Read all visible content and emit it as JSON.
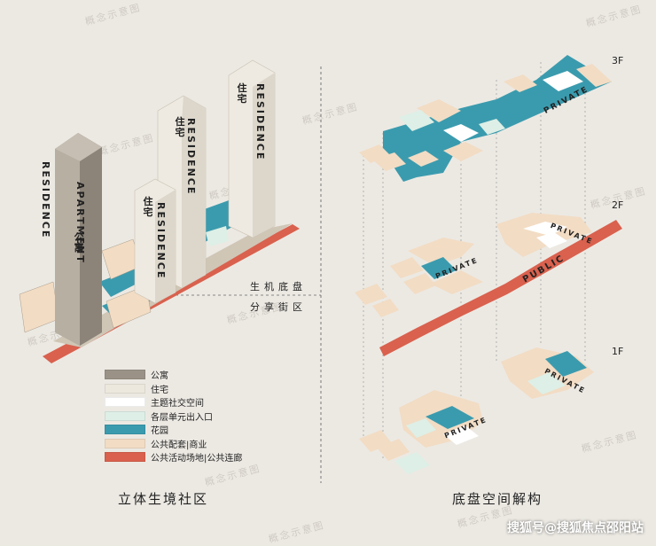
{
  "left_caption": "立体生境社区",
  "right_caption": "底盘空间解构",
  "building_labels": {
    "apartment_en": "APARTMENT",
    "apartment_cn": "公寓",
    "residence_en": "RESIDENCE",
    "residence_cn": "住宅"
  },
  "note_lines": [
    "生机底盘",
    "分享街区"
  ],
  "floor_labels": [
    "3F",
    "2F",
    "1F"
  ],
  "private_label": "PRIVATE",
  "public_label": "PUBLIC",
  "legend": [
    {
      "label": "公寓",
      "color": "#9A9287"
    },
    {
      "label": "住宅",
      "color": "#ECE8DE"
    },
    {
      "label": "主题社交空间",
      "color": "#FFFFFF"
    },
    {
      "label": "各层单元出入口",
      "color": "#DDEFE6"
    },
    {
      "label": "花园",
      "color": "#3B9BAE"
    },
    {
      "label": "公共配套|商业",
      "color": "#F2DCC4"
    },
    {
      "label": "公共活动场地|公共连廊",
      "color": "#D9614E"
    }
  ],
  "watermark": "概念示意图",
  "footer": "搜狐号@搜狐焦点邵阳站"
}
